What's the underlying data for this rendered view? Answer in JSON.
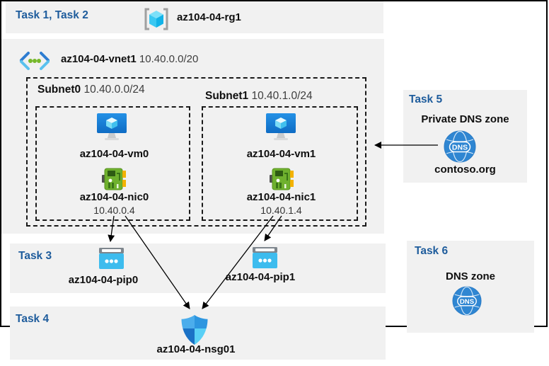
{
  "header": {
    "task_label": "Task 1, Task 2",
    "rg_name": "az104-04-rg1"
  },
  "vnet": {
    "name": "az104-04-vnet1",
    "cidr": "10.40.0.0/20",
    "subnets": [
      {
        "name": "Subnet0",
        "cidr": "10.40.0.0/24",
        "vm": "az104-04-vm0",
        "nic": "az104-04-nic0",
        "ip": "10.40.0.4"
      },
      {
        "name": "Subnet1",
        "cidr": "10.40.1.0/24",
        "vm": "az104-04-vm1",
        "nic": "az104-04-nic1",
        "ip": "10.40.1.4"
      }
    ]
  },
  "task3": {
    "label": "Task 3",
    "pips": [
      "az104-04-pip0",
      "az104-04-pip1"
    ]
  },
  "task4": {
    "label": "Task 4",
    "nsg": "az104-04-nsg01"
  },
  "task5": {
    "label": "Task 5",
    "title": "Private DNS zone",
    "zone": "contoso.org",
    "badge": "DNS"
  },
  "task6": {
    "label": "Task 6",
    "title": "DNS zone",
    "badge": "DNS"
  },
  "icons": {
    "resource_group": "resource-group-icon",
    "vnet": "virtual-network-icon",
    "vm": "virtual-machine-icon",
    "nic": "network-interface-icon",
    "pip": "public-ip-icon",
    "nsg": "network-security-group-icon",
    "dns": "dns-zone-icon"
  },
  "colors": {
    "band_gray": "#f1f1f1",
    "task_text_blue": "#1e5c9c",
    "vm_blue": "#1584dd",
    "nic_green": "#6fb12e",
    "nic_yellow": "#f3b200",
    "pip_cyan": "#3dbcee",
    "nsg_dark_blue": "#1b72c6",
    "nsg_light_cyan": "#59d0f6",
    "dns_blue": "#2f86d2",
    "border_black": "#000000"
  }
}
